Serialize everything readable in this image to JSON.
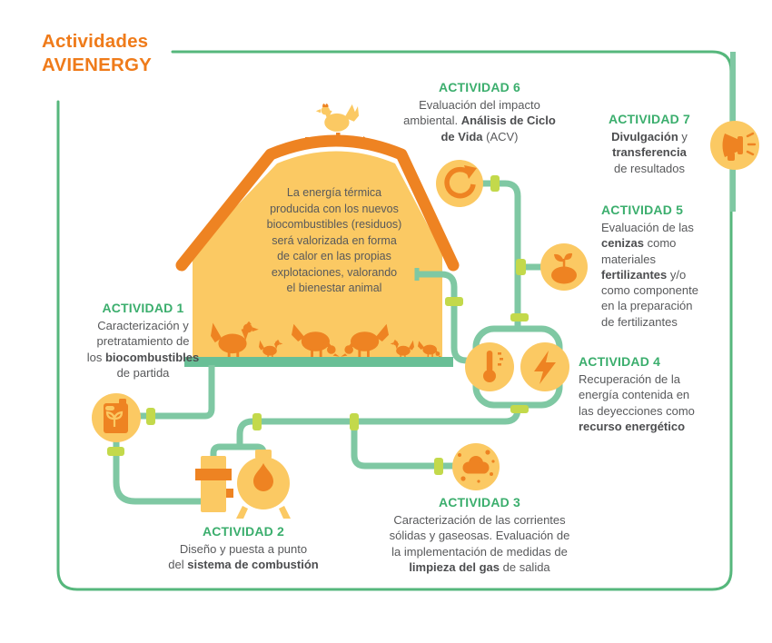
{
  "title": {
    "line1": "Actividades",
    "line2": "AVIENERGY"
  },
  "barn": {
    "lines": [
      [
        {
          "t": "La energía térmica"
        }
      ],
      [
        {
          "t": "producida con los nuevos"
        }
      ],
      [
        {
          "t": "biocombustibles (residuos)"
        }
      ],
      [
        {
          "t": "será valorizada en forma"
        }
      ],
      [
        {
          "t": "de calor en las propias"
        }
      ],
      [
        {
          "t": "explotaciones, valorando"
        }
      ],
      [
        {
          "t": "el bienestar animal"
        }
      ]
    ]
  },
  "activities": [
    {
      "header": "ACTIVIDAD 1",
      "lines": [
        [
          {
            "t": "Caracterización y"
          }
        ],
        [
          {
            "t": "pretratamiento de"
          }
        ],
        [
          {
            "t": "los "
          },
          {
            "t": "biocombustibles",
            "b": true
          }
        ],
        [
          {
            "t": "de partida"
          }
        ]
      ]
    },
    {
      "header": "ACTIVIDAD 2",
      "lines": [
        [
          {
            "t": "Diseño y puesta a punto"
          }
        ],
        [
          {
            "t": "del "
          },
          {
            "t": "sistema de combustión",
            "b": true
          }
        ]
      ]
    },
    {
      "header": "ACTIVIDAD 3",
      "lines": [
        [
          {
            "t": "Caracterización de las corrientes"
          }
        ],
        [
          {
            "t": "sólidas y gaseosas. Evaluación de"
          }
        ],
        [
          {
            "t": "la implementación de medidas de"
          }
        ],
        [
          {
            "t": "limpieza del gas",
            "b": true
          },
          {
            "t": " de salida"
          }
        ]
      ]
    },
    {
      "header": "ACTIVIDAD 4",
      "lines": [
        [
          {
            "t": "Recuperación de la"
          }
        ],
        [
          {
            "t": "energía contenida en"
          }
        ],
        [
          {
            "t": "las deyecciones como"
          }
        ],
        [
          {
            "t": "recurso energético",
            "b": true
          }
        ]
      ]
    },
    {
      "header": "ACTIVIDAD 5",
      "lines": [
        [
          {
            "t": "Evaluación de las"
          }
        ],
        [
          {
            "t": "cenizas",
            "b": true
          },
          {
            "t": " como"
          }
        ],
        [
          {
            "t": "materiales"
          }
        ],
        [
          {
            "t": "fertilizantes",
            "b": true
          },
          {
            "t": " y/o"
          }
        ],
        [
          {
            "t": "como componente"
          }
        ],
        [
          {
            "t": "en la preparación"
          }
        ],
        [
          {
            "t": "de fertilizantes"
          }
        ]
      ]
    },
    {
      "header": "ACTIVIDAD 6",
      "lines": [
        [
          {
            "t": "Evaluación del impacto"
          }
        ],
        [
          {
            "t": "ambiental. "
          },
          {
            "t": "Análisis de Ciclo",
            "b": true
          }
        ],
        [
          {
            "t": "de Vida",
            "b": true
          },
          {
            "t": " (ACV)"
          }
        ]
      ]
    },
    {
      "header": "ACTIVIDAD 7",
      "lines": [
        [
          {
            "t": "Divulgación",
            "b": true
          },
          {
            "t": " y"
          }
        ],
        [
          {
            "t": "transferencia",
            "b": true
          }
        ],
        [
          {
            "t": "de resultados"
          }
        ]
      ]
    }
  ],
  "icons": [
    "weathervane-rooster",
    "chickens-silhouette",
    "recycle",
    "megaphone",
    "seedling",
    "thermometer",
    "lightning",
    "fuel-can",
    "gas-cloud",
    "combustion-cylinder",
    "combustion-boiler"
  ],
  "colors": {
    "accent_orange": "#EF7B1A",
    "light_orange": "#FBC963",
    "deep_orange": "#EE8322",
    "header_green": "#3BAE6D",
    "line_green": "#7FC8A3",
    "base_green": "#69BF96",
    "connector_yellow_green": "#C3D94B",
    "frame_green": "#56B77C",
    "text_gray": "#58595B"
  }
}
